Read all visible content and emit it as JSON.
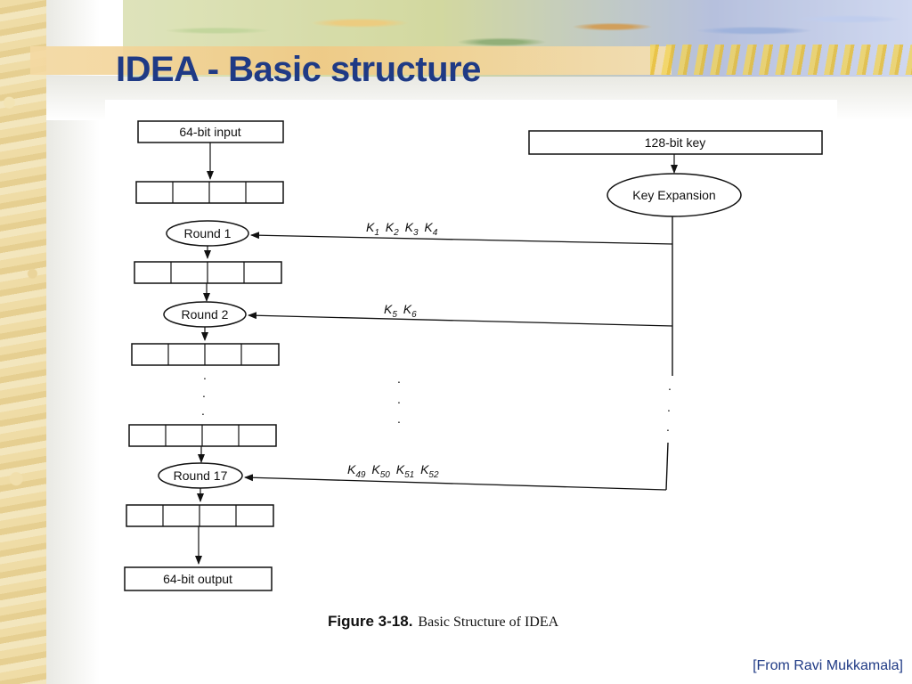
{
  "slide": {
    "title": "IDEA - Basic structure",
    "source": "[From Ravi Mukkamala]"
  },
  "figure": {
    "caption_number": "Figure 3-18.",
    "caption_text": "Basic Structure of IDEA",
    "input_label": "64-bit input",
    "key_label": "128-bit key",
    "key_expansion_label": "Key Expansion",
    "output_label": "64-bit output",
    "rounds": [
      {
        "label": "Round 1",
        "subkeys": [
          {
            "k": "K",
            "sub": "1"
          },
          {
            "k": "K",
            "sub": "2"
          },
          {
            "k": "K",
            "sub": "3"
          },
          {
            "k": "K",
            "sub": "4"
          }
        ]
      },
      {
        "label": "Round 2",
        "subkeys": [
          {
            "k": "K",
            "sub": "5"
          },
          {
            "k": "K",
            "sub": "6"
          }
        ]
      },
      {
        "label": "Round 17",
        "subkeys": [
          {
            "k": "K",
            "sub": "49"
          },
          {
            "k": "K",
            "sub": "50"
          },
          {
            "k": "K",
            "sub": "51"
          },
          {
            "k": "K",
            "sub": "52"
          }
        ]
      }
    ],
    "ellipsis": "."
  },
  "colors": {
    "title": "#1f3a85",
    "line": "#111111"
  }
}
